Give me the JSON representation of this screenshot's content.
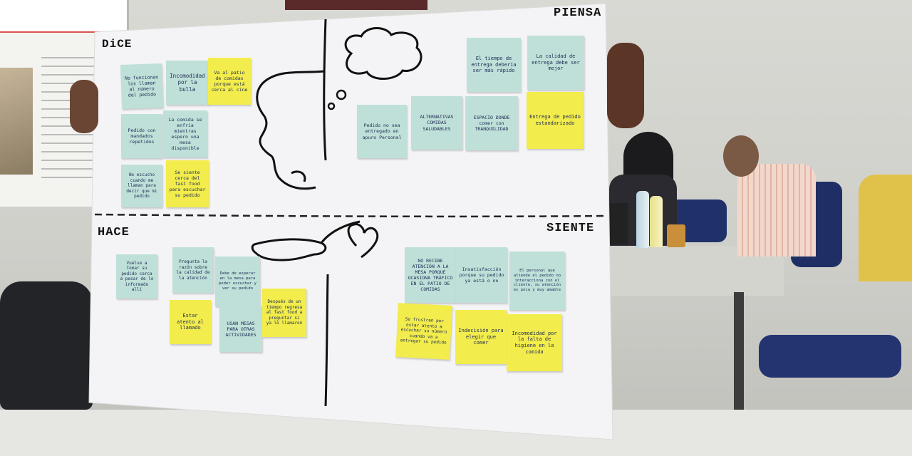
{
  "quadrants": {
    "dice": "DiCE",
    "piensa": "PIENSA",
    "hace": "HACE",
    "siente": "SIENTE"
  },
  "notes": {
    "dice": [
      {
        "text": "No funcionan los llaman al número del pedido",
        "color": "teal"
      },
      {
        "text": "Incomodidad por la bulla",
        "color": "teal"
      },
      {
        "text": "Va al patio de comidas porque está cerca al cine",
        "color": "yellow"
      },
      {
        "text": "Pedido con mandados repetidos",
        "color": "teal"
      },
      {
        "text": "La comida se enfría mientras espero una mesa disponible",
        "color": "teal"
      },
      {
        "text": "No escucho cuando me llaman para decir que mi pedido",
        "color": "teal"
      },
      {
        "text": "Se siente cerca del fast food para escuchar su pedido",
        "color": "yellow"
      }
    ],
    "piensa": [
      {
        "text": "El tiempo de entrega debería ser más rápido",
        "color": "teal"
      },
      {
        "text": "La calidad de entrega debe ser mejor",
        "color": "teal"
      },
      {
        "text": "Pedido no sea entregado en apuro Personal",
        "color": "teal"
      },
      {
        "text": "ALTERNATIVAS COMIDAS SALUDABLES",
        "color": "teal"
      },
      {
        "text": "ESPACIO DONDE comer con TRANQUILIDAD",
        "color": "teal"
      },
      {
        "text": "Entrega de pedido estandarizado",
        "color": "yellow"
      }
    ],
    "hace": [
      {
        "text": "Vuelve a tomar su pedido cerca a pesar de lo informado allí",
        "color": "teal"
      },
      {
        "text": "Pregunta la razón sobre la calidad de la atención",
        "color": "teal"
      },
      {
        "text": "Debe de esperar en la mesa para poder escuchar y ver su pedido",
        "color": "teal"
      },
      {
        "text": "Estar atento al llamado",
        "color": "yellow"
      },
      {
        "text": "USAN MESAS PARA OTRAS ACTIVIDADES",
        "color": "teal"
      },
      {
        "text": "Después de un tiempo regresa al fast food a preguntar si ya lo llamaron",
        "color": "yellow"
      }
    ],
    "siente": [
      {
        "text": "NO RECIBE ATENCIÓN A LA MESA PORQUE OCASIONA TRÁFICO EN EL PATIO DE COMIDAS",
        "color": "teal"
      },
      {
        "text": "Insatisfacción porque su pedido ya está o no",
        "color": "teal"
      },
      {
        "text": "El personal que atiende el pedido no interacciona con el cliente, su atención es poca y muy amable",
        "color": "teal"
      },
      {
        "text": "Se frustran por estar atento a escuchar su número cuando va a entregar su pedido",
        "color": "yellow"
      },
      {
        "text": "Indecisión para elegir que comer",
        "color": "yellow"
      },
      {
        "text": "Incomodidad por la falta de higiene en la comida",
        "color": "yellow"
      }
    ]
  },
  "colors": {
    "teal_note": "#bfe0d8",
    "yellow_note": "#f2ec4c",
    "paper": "#f4f4f6",
    "marker": "#111111"
  },
  "icons": [
    "thought-bubble-icon",
    "heart-icon",
    "face-profile-drawing",
    "pointing-hand-drawing"
  ]
}
